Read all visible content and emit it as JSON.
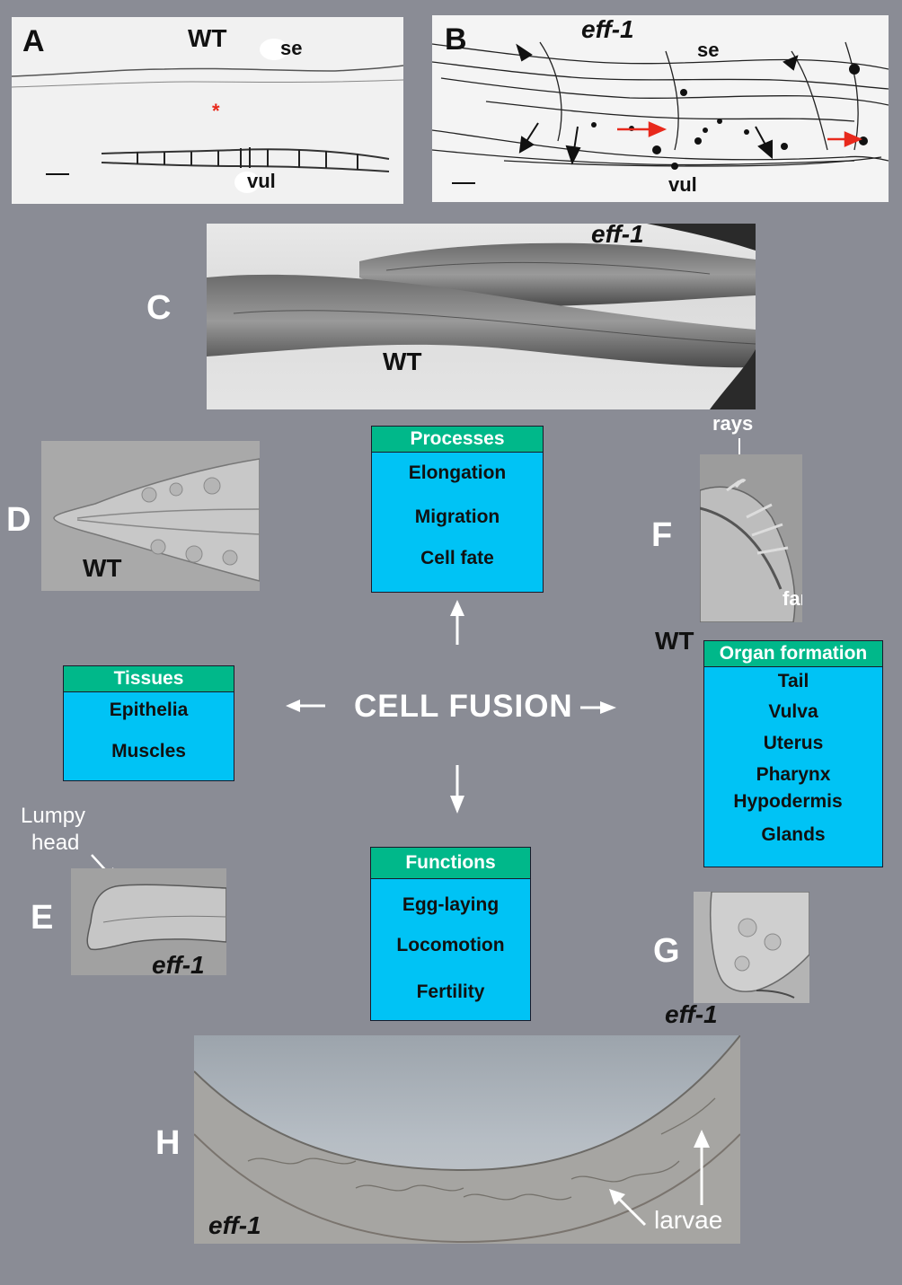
{
  "center": {
    "title": "CELL FUSION"
  },
  "panels": {
    "A": {
      "letter": "A",
      "wt": "WT",
      "se": "se",
      "vul": "vul",
      "asterisk": "*"
    },
    "B": {
      "letter": "B",
      "gene": "eff-1",
      "se": "se",
      "vul": "vul"
    },
    "C": {
      "letter": "C",
      "gene": "eff-1",
      "wt": "WT"
    },
    "D": {
      "letter": "D",
      "wt": "WT"
    },
    "E": {
      "letter": "E",
      "gene": "eff-1",
      "annot_line1": "Lumpy",
      "annot_line2": "head"
    },
    "F": {
      "letter": "F",
      "wt": "WT",
      "rays": "rays",
      "fan": "fan"
    },
    "G": {
      "letter": "G",
      "gene": "eff-1"
    },
    "H": {
      "letter": "H",
      "gene": "eff-1",
      "larvae": "larvae"
    }
  },
  "boxes": {
    "processes": {
      "title": "Processes",
      "items": [
        "Elongation",
        "Migration",
        "Cell fate"
      ]
    },
    "tissues": {
      "title": "Tissues",
      "items": [
        "Epithelia",
        "Muscles"
      ]
    },
    "functions": {
      "title": "Functions",
      "items": [
        "Egg-laying",
        "Locomotion",
        "Fertility"
      ]
    },
    "organ": {
      "title": "Organ formation",
      "items": [
        "Tail",
        "Vulva",
        "Uterus",
        "Pharynx",
        "Hypodermis",
        "Glands"
      ]
    }
  },
  "colors": {
    "background": "#8a8c95",
    "box_fill": "#00c3f5",
    "box_header": "#00b88a",
    "red_arrow": "#e8291c"
  },
  "icons": [
    "arrow-up-icon",
    "arrow-down-icon",
    "arrow-left-icon",
    "arrow-right-icon"
  ]
}
